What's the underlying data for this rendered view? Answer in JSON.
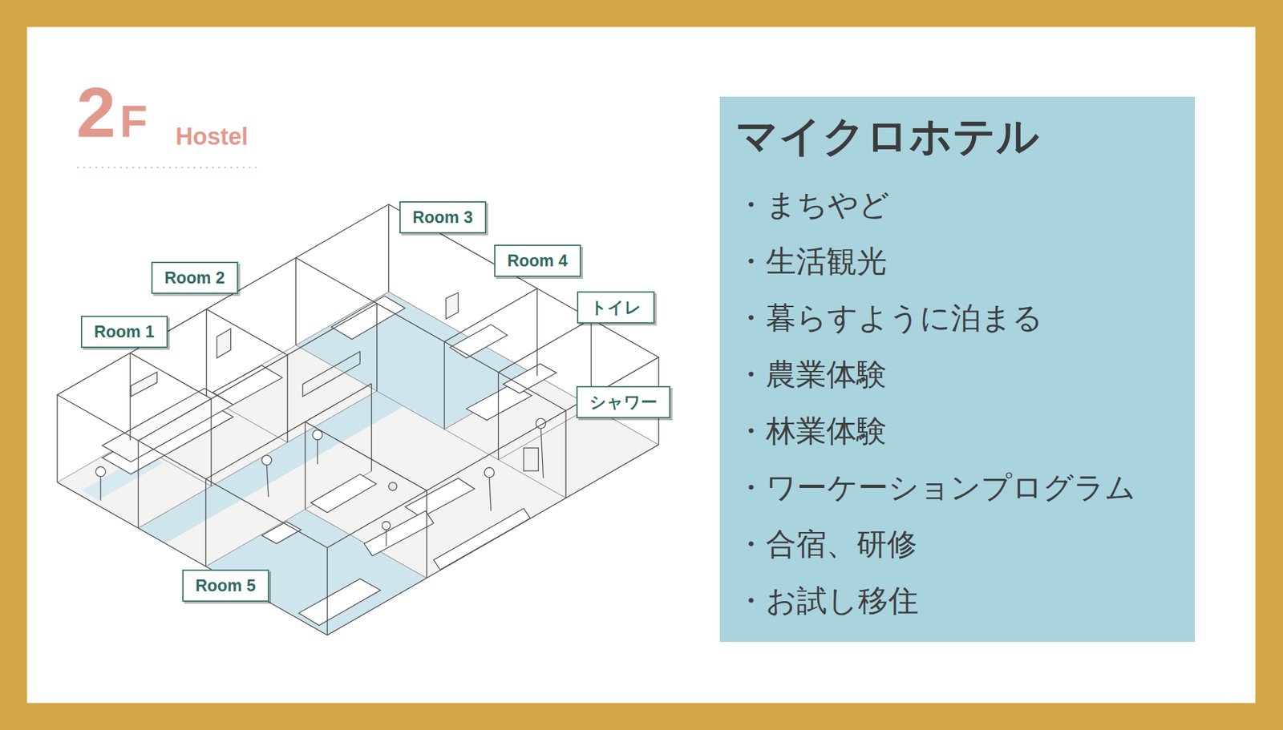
{
  "diagram": {
    "title": "2F",
    "nodes": [
      {
        "text": [
          "Room 1"
        ]
      },
      {
        "text": [
          "Room 2"
        ]
      },
      {
        "text": [
          "Room 3"
        ]
      },
      {
        "text": [
          "Room 4"
        ]
      },
      {
        "text": [
          "トイレ"
        ]
      },
      {
        "text": [
          "シャワー"
        ]
      },
      {
        "text": [
          "Room 5"
        ]
      },
      {
        "text": [
          "マイクロホテル",
          "・まちやど",
          "・生活観光",
          "・暮らすように泊まる",
          "・農業体験",
          "・林業体験",
          "・ワーケーションプログラム",
          "・合宿、研修",
          "・お試し移住"
        ]
      }
    ],
    "labels": [
      "Hostel"
    ]
  }
}
